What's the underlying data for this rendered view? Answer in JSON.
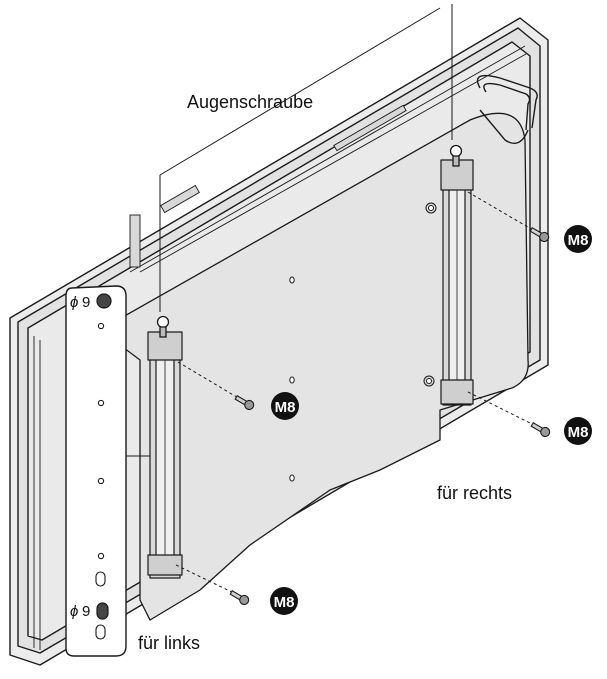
{
  "labels": {
    "eye_bolt": "Augenschraube",
    "right": "für rechts",
    "left": "für links",
    "hole_top": "9",
    "hole_bottom": "9",
    "diameter_symbol": "ϕ"
  },
  "screw_callouts": [
    "M8",
    "M8",
    "M8",
    "M8"
  ],
  "colors": {
    "panel_fill": "#e6e6e6",
    "line": "#1a1a1a",
    "callout_bg": "#111111",
    "hole_fill": "#444444"
  }
}
